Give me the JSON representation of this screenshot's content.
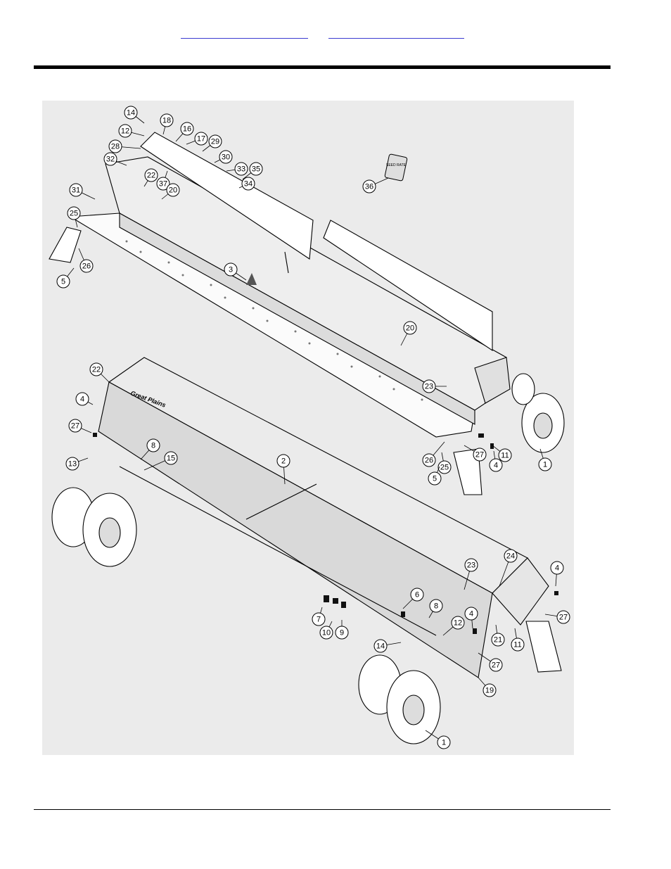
{
  "header": {
    "links": [
      {
        "label": ""
      },
      {
        "label": ""
      }
    ]
  },
  "figure": {
    "caption_label": "SEED RATE",
    "brand_text": "Great Plains",
    "callouts": [
      "14",
      "18",
      "16",
      "12",
      "17",
      "29",
      "28",
      "30",
      "32",
      "33",
      "35",
      "34",
      "22",
      "37",
      "20",
      "31",
      "25",
      "26",
      "5",
      "3",
      "36",
      "20",
      "23",
      "22",
      "4",
      "27",
      "13",
      "8",
      "15",
      "2",
      "26",
      "25",
      "5",
      "27",
      "4",
      "11",
      "1",
      "23",
      "24",
      "4",
      "6",
      "8",
      "12",
      "7",
      "10",
      "9",
      "14",
      "4",
      "21",
      "11",
      "27",
      "27",
      "19",
      "1"
    ]
  }
}
